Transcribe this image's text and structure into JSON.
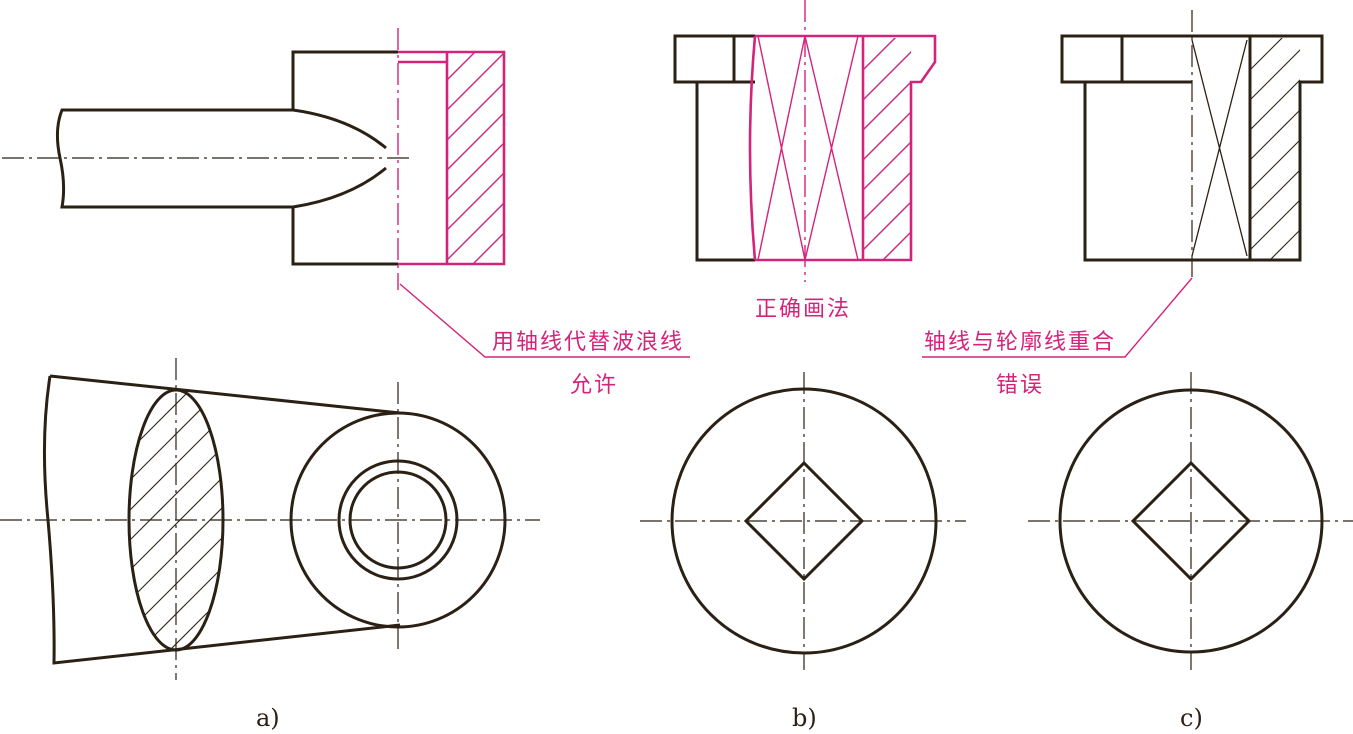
{
  "annotations": {
    "axis_replaces_break": "用轴线代替波浪线",
    "allowed": "允许",
    "correct": "正确画法",
    "axis_coincides": "轴线与轮廓线重合",
    "wrong": "错误"
  },
  "labels": {
    "a": "a)",
    "b": "b)",
    "c": "c)"
  },
  "colors": {
    "ink": "#2b2014",
    "highlight": "#d4237a"
  }
}
